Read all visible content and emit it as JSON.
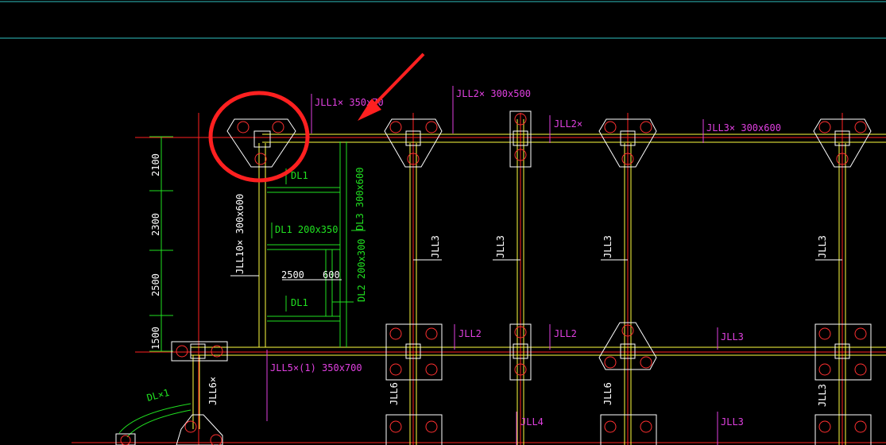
{
  "colors": {
    "background": "#000000",
    "axis": "#ff2020",
    "beam": "#ffff40",
    "tag": "#e040e0",
    "dimension": "#20e020",
    "pile": "#ff3030",
    "highlight": "#ff2020"
  },
  "labels": {
    "jll1": "JLL1× 350x70",
    "jll2_top": "JLL2× 300x500",
    "jll2_short": "JLL2×",
    "jll3_top": "JLL3× 300x600",
    "jll10": "JLL10× 300x600",
    "dl1_top": "DL1",
    "dl1_mid": "DL1 200x350",
    "dl1_low": "DL1",
    "dl3": "DL3 300x600",
    "dl2": "DL2 200x300",
    "dim_2500": "2500",
    "dim_600": "600",
    "jll3_v1": "JLL3",
    "jll3_v2": "JLL3",
    "jll3_v3": "JLL3",
    "jll3_v4": "JLL3",
    "jll2_row2a": "JLL2",
    "jll2_row2b": "JLL2",
    "jll3_row2": "JLL3",
    "jll5": "JLL5×(1) 350x700",
    "jll6_a": "JLL6×",
    "jll6_b": "JLL6",
    "jll6_c": "JLL6",
    "jll3_v5": "JLL3",
    "jll4": "JLL4",
    "jll3_row3": "JLL3",
    "dlx1": "DL×1"
  },
  "dimensions": [
    "2100",
    "2300",
    "2500",
    "1500"
  ]
}
